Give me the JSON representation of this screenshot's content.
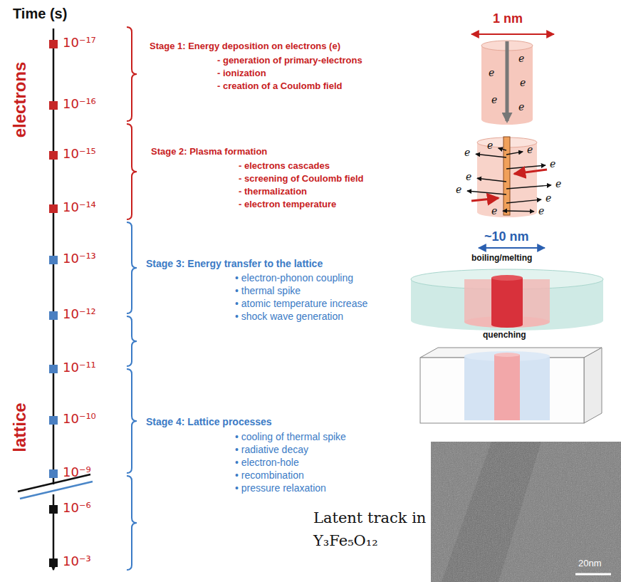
{
  "diagram": {
    "labels": [
      "Time (s)",
      "electrons",
      "lattice",
      "10⁻¹⁷",
      "10⁻¹⁶",
      "10⁻¹⁵",
      "10⁻¹⁴",
      "10⁻¹³",
      "10⁻¹²",
      "10⁻¹¹",
      "10⁻¹⁰",
      "10⁻⁹",
      "10⁻⁶",
      "10⁻³",
      "Stage 1: Energy deposition on electrons (e)",
      "- generation of primary-electrons",
      "- ionization",
      "- creation of a Coulomb field",
      "Stage 2: Plasma formation",
      "- electrons cascades",
      "- screening of Coulomb field",
      "- thermalization",
      "- electron temperature",
      "Stage 3: Energy transfer to the lattice",
      "• electron-phonon coupling",
      "• thermal spike",
      "• atomic temperature increase",
      "• shock wave generation",
      "Stage 4: Lattice processes",
      "• cooling of thermal spike",
      "• radiative decay",
      "• electron-hole",
      "• recombination",
      "• pressure relaxation",
      "1 nm",
      "e",
      "e",
      "e",
      "e",
      "e",
      "e",
      "e",
      "e",
      "e",
      "e",
      "e",
      "e",
      "e",
      "e",
      "e",
      "~10 nm",
      "boiling/melting",
      "quenching",
      "Latent track in Y₃Fe₅O₁₂",
      "20nm"
    ]
  }
}
